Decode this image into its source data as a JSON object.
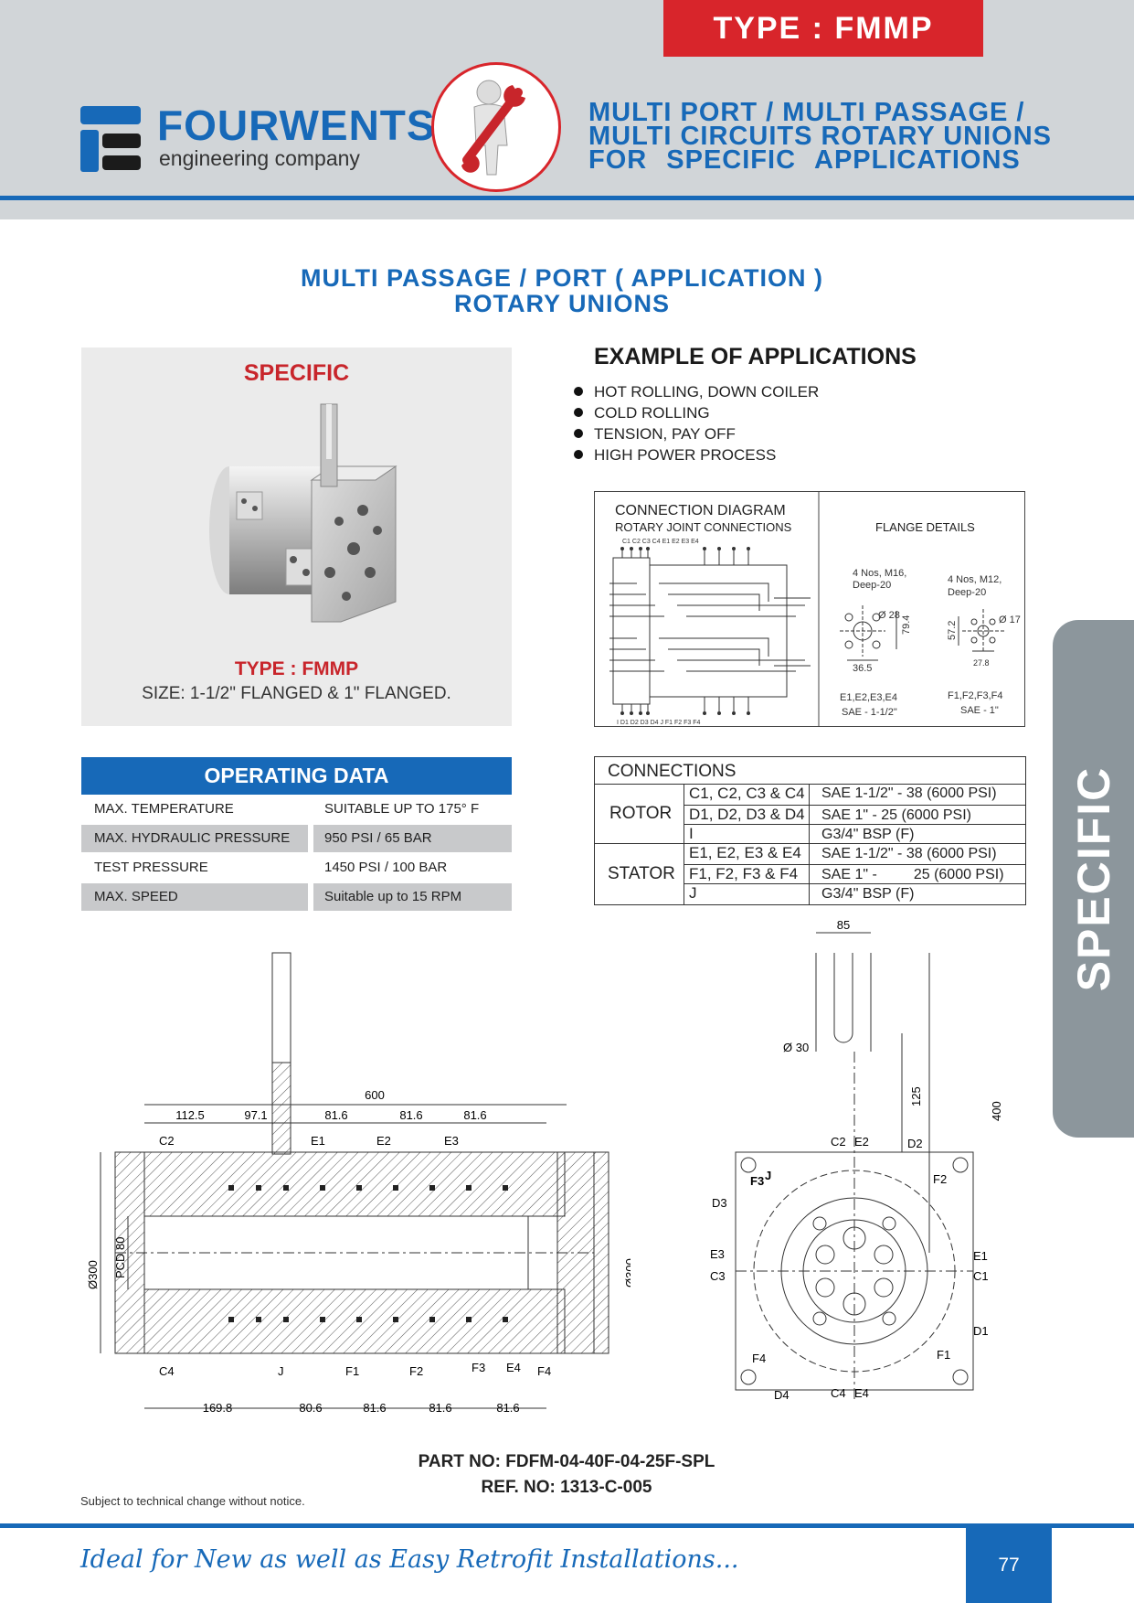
{
  "header": {
    "type_badge": "TYPE : FMMP",
    "logo_name": "FOURWENTS",
    "logo_sub": "engineering company",
    "title_lines": [
      "MULTI PORT / MULTI PASSAGE /",
      "MULTI CIRCUITS ROTARY UNIONS",
      "FOR SPECIFIC APPLICATIONS"
    ]
  },
  "section_title": [
    "MULTI PASSAGE / PORT ( APPLICATION )",
    "ROTARY UNIONS"
  ],
  "product": {
    "label": "SPECIFIC",
    "type": "TYPE : FMMP",
    "size": "SIZE: 1-1/2\" FLANGED & 1\" FLANGED."
  },
  "applications": {
    "title": "EXAMPLE OF APPLICATIONS",
    "items": [
      "HOT ROLLING, DOWN COILER",
      "COLD ROLLING",
      "TENSION, PAY OFF",
      "HIGH POWER PROCESS"
    ]
  },
  "connection_diagram": {
    "title": "CONNECTION DIAGRAM",
    "subtitle": "ROTARY JOINT CONNECTIONS",
    "flange_title": "FLANGE DETAILS",
    "top_ports": "C1 C2 C3 C4       E1   E2   E3   E4",
    "bottom_ports": "I  D1 D2 D3 D4       J    F1   F2   F3   F4",
    "flange1": {
      "holes": "4 Nos, M16,",
      "deep": "Deep-20",
      "dia": "Ø 28",
      "dim1": "79.4",
      "dim2": "36.5",
      "ports": "E1,E2,E3,E4",
      "sae": "SAE - 1-1/2\""
    },
    "flange2": {
      "holes": "4 Nos, M12,",
      "deep": "Deep-20",
      "dia": "Ø 17",
      "dim1": "57.2",
      "dim2": "27.8",
      "ports": "F1,F2,F3,F4",
      "sae": "SAE - 1\""
    }
  },
  "operating_data": {
    "title": "OPERATING DATA",
    "rows": [
      {
        "label": "MAX. TEMPERATURE",
        "value": "SUITABLE UP TO 175° F"
      },
      {
        "label": "MAX. HYDRAULIC PRESSURE",
        "value": "950 PSI / 65 BAR"
      },
      {
        "label": "TEST PRESSURE",
        "value": "1450 PSI / 100 BAR"
      },
      {
        "label": "MAX. SPEED",
        "value": "Suitable up to 15 RPM"
      }
    ]
  },
  "connections": {
    "title": "CONNECTIONS",
    "rotor_label": "ROTOR",
    "stator_label": "STATOR",
    "rows": [
      {
        "ports": "C1, C2, C3 & C4",
        "spec": "SAE 1-1/2\" - 38 (6000 PSI)"
      },
      {
        "ports": "D1, D2, D3 & D4",
        "spec": "SAE 1\" - 25 (6000 PSI)"
      },
      {
        "ports": "I",
        "spec": "G3/4\" BSP (F)"
      },
      {
        "ports": "E1, E2, E3 & E4",
        "spec": "SAE 1-1/2\" - 38 (6000 PSI)"
      },
      {
        "ports": "F1, F2, F3 & F4",
        "spec": "SAE 1\" -         25 (6000 PSI)"
      },
      {
        "ports": "J",
        "spec": "G3/4\" BSP (F)"
      }
    ]
  },
  "side_tab": "SPECIFIC",
  "drawing_left": {
    "total": "600",
    "dims_top": [
      "112.5",
      "97.1",
      "81.6",
      "81.6",
      "81.6"
    ],
    "dims_bottom": [
      "169.8",
      "80.6",
      "81.6",
      "81.6",
      "81.6"
    ],
    "labels_top": [
      "C2",
      "E1",
      "E2",
      "E3"
    ],
    "labels_bottom": [
      "C4",
      "J",
      "F1",
      "F2",
      "F3",
      "E4",
      "F4"
    ],
    "dia_left": "Ø300",
    "pcd": "PCD 80",
    "dia_right": "Ø300"
  },
  "drawing_right": {
    "width": "85",
    "dia": "Ø 30",
    "h1": "125",
    "h2": "400",
    "labels": [
      "C2",
      "E2",
      "D2",
      "F3",
      "J",
      "F2",
      "D3",
      "E3",
      "C3",
      "E1",
      "C1",
      "D1",
      "F4",
      "F1",
      "D4",
      "C4",
      "E4"
    ]
  },
  "part_no": "PART NO: FDFM-04-40F-04-25F-SPL",
  "ref_no": "REF. NO: 1313-C-005",
  "notice": "Subject to technical change without notice.",
  "tagline": "Ideal for New as well as Easy Retrofit Installations...",
  "page_number": "77",
  "colors": {
    "brand_blue": "#1769b8",
    "accent_red": "#d8252b",
    "header_gray": "#d1d5d8",
    "tab_gray": "#8c969c"
  }
}
